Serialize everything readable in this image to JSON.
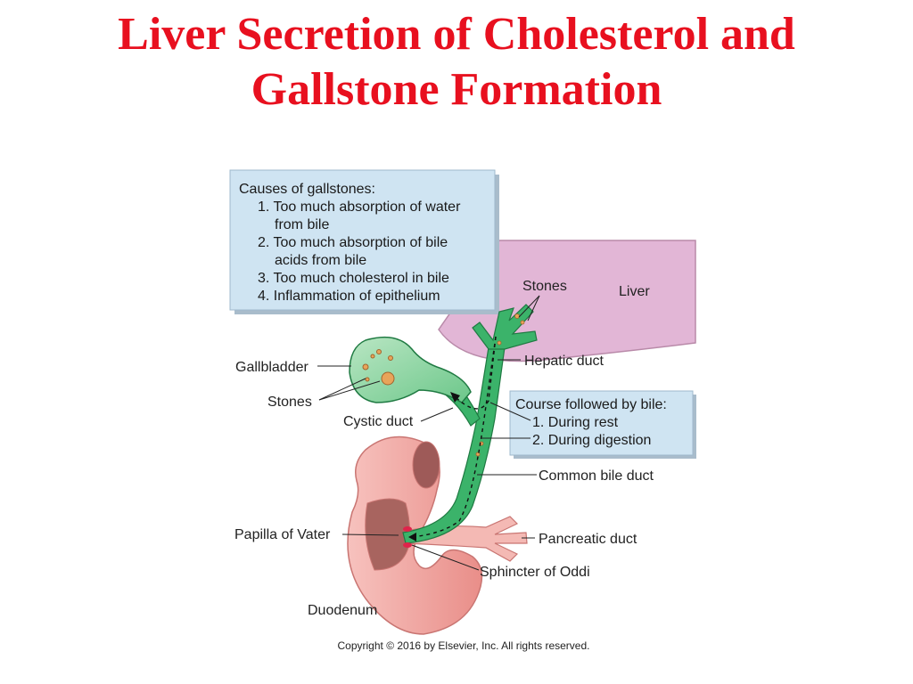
{
  "title": {
    "line1": "Liver Secretion of Cholesterol and",
    "line2": "Gallstone Formation"
  },
  "causes_box": {
    "heading": "Causes of gallstones:",
    "lines": [
      "1. Too much absorption of water",
      "from bile",
      "2. Too much absorption of bile",
      "acids from bile",
      "3. Too much cholesterol in bile",
      "4. Inflammation of epithelium"
    ]
  },
  "course_box": {
    "heading": "Course followed by bile:",
    "items": [
      "1. During rest",
      "2. During digestion"
    ]
  },
  "labels": {
    "stones_liver": "Stones",
    "liver": "Liver",
    "hepatic_duct": "Hepatic duct",
    "gallbladder": "Gallbladder",
    "stones_gallbladder": "Stones",
    "cystic_duct": "Cystic duct",
    "common_bile_duct": "Common bile duct",
    "papilla_of_vater": "Papilla of Vater",
    "pancreatic_duct": "Pancreatic duct",
    "sphincter_of_oddi": "Sphincter of Oddi",
    "duodenum": "Duodenum"
  },
  "copyright": "Copyright © 2016 by Elsevier, Inc. All rights reserved.",
  "colors": {
    "title": "#e8101f",
    "liver": "#e2b6d6",
    "duct": "#3bb36a",
    "duodenum": "#f2a9a4",
    "info_box": "#cfe4f2"
  }
}
